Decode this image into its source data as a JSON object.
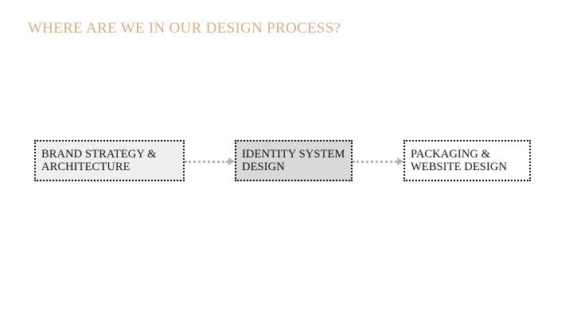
{
  "title": "WHERE ARE WE IN OUR DESIGN PROCESS?",
  "colors": {
    "title": "#d4b07f",
    "connector": "#b3b3b3",
    "border": "#111111"
  },
  "steps": [
    {
      "lines": [
        "BRAND STRATEGY &",
        "ARCHITECTURE"
      ],
      "fill": "#efefef"
    },
    {
      "lines": [
        "IDENTITY SYSTEM",
        "DESIGN"
      ],
      "fill": "#d9d9d9"
    },
    {
      "lines": [
        "PACKAGING &",
        "WEBSITE DESIGN"
      ],
      "fill": "#ffffff"
    }
  ]
}
